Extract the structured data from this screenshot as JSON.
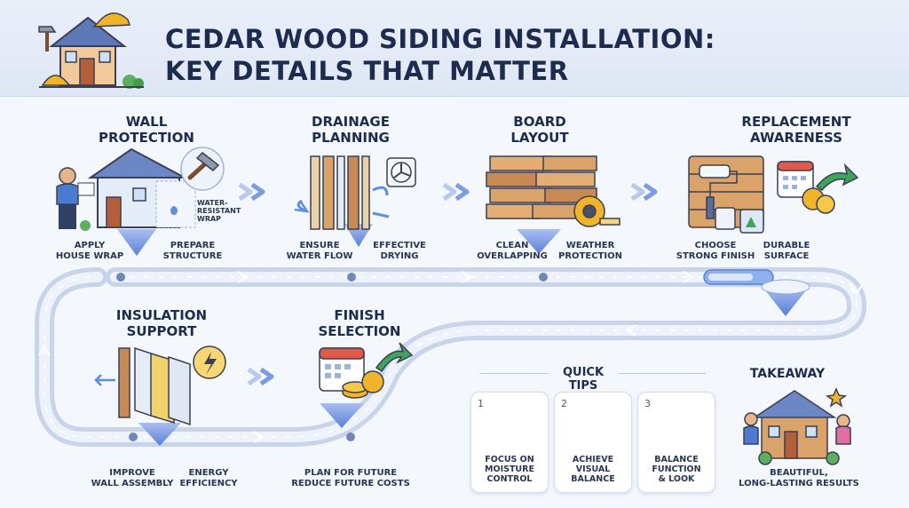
{
  "title": {
    "line1": "CEDAR WOOD SIDING INSTALLATION:",
    "line2": "KEY DETAILS THAT MATTER"
  },
  "steps": [
    {
      "heading": [
        "WALL",
        "PROTECTION"
      ],
      "captions": [
        [
          "APPLY",
          "HOUSE WRAP"
        ],
        [
          "PREPARE",
          "STRUCTURE"
        ]
      ],
      "annotation": [
        "WATER-",
        "RESISTANT",
        "WRAP"
      ]
    },
    {
      "heading": [
        "DRAINAGE",
        "PLANNING"
      ],
      "captions": [
        [
          "ENSURE",
          "WATER FLOW"
        ],
        [
          "EFFECTIVE",
          "DRYING"
        ]
      ]
    },
    {
      "heading": [
        "BOARD",
        "LAYOUT"
      ],
      "captions": [
        [
          "CLEAN",
          "OVERLAPPING"
        ],
        [
          "WEATHER",
          "PROTECTION"
        ]
      ]
    },
    {
      "heading": [
        "REPLACEMENT",
        "AWARENESS"
      ],
      "captions": [
        [
          "CHOOSE",
          "STRONG FINISH"
        ],
        [
          "DURABLE",
          "SURFACE"
        ]
      ]
    },
    {
      "heading": [
        "INSULATION",
        "SUPPORT"
      ],
      "captions": [
        [
          "IMPROVE",
          "WALL ASSEMBLY"
        ],
        [
          "ENERGY",
          "EFFICIENCY"
        ]
      ]
    },
    {
      "heading": [
        "FINISH",
        "SELECTION"
      ],
      "captions": [
        [
          "PLAN FOR FUTURE",
          "REDUCE FUTURE COSTS"
        ]
      ]
    }
  ],
  "quick_tips": {
    "title": "QUICK TIPS",
    "tips": [
      {
        "number": "1",
        "text": [
          "FOCUS ON",
          "MOISTURE",
          "CONTROL"
        ]
      },
      {
        "number": "2",
        "text": [
          "ACHIEVE",
          "VISUAL",
          "BALANCE"
        ]
      },
      {
        "number": "3",
        "text": [
          "BALANCE",
          "FUNCTION",
          "& LOOK"
        ]
      }
    ]
  },
  "takeaway": {
    "heading": "TAKEAWAY",
    "caption": [
      "BEAUTIFUL,",
      "LONG-LASTING RESULTS"
    ]
  },
  "colors": {
    "navy": "#1d2b4f",
    "path_blue": "#c9d4ea",
    "accent_blue": "#5b7fd6",
    "wood": "#d9a36a",
    "coin": "#f0b429",
    "green": "#3fa55b"
  }
}
